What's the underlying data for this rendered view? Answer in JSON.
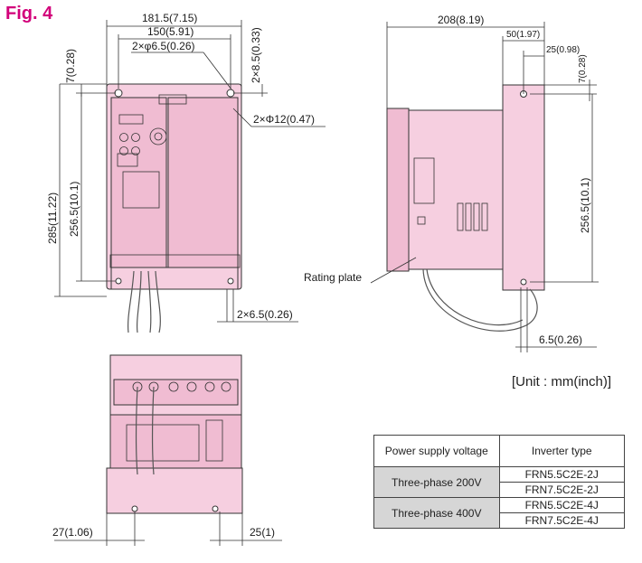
{
  "figure": {
    "title": "Fig. 4"
  },
  "dimensions": {
    "width_overall": "181.5(7.15)",
    "width_holes": "150(5.91)",
    "small_hole": "2×φ6.5(0.26)",
    "top_offset_right": "2×8.5(0.33)",
    "top_offset_left": "7(0.28)",
    "big_hole": "2×Φ12(0.47)",
    "height_overall": "285(11.22)",
    "height_holes": "256.5(10.1)",
    "bottom_slot": "2×6.5(0.26)",
    "depth_overall": "208(8.19)",
    "depth_flange": "50(1.97)",
    "depth_rear": "25(0.98)",
    "side_top_offset": "7(0.28)",
    "side_height_holes": "256.5(10.1)",
    "side_slot": "6.5(0.26)",
    "rating_plate": "Rating plate",
    "bottom_left": "27(1.06)",
    "bottom_right": "25(1)"
  },
  "unit_label": "[Unit : mm(inch)]",
  "table": {
    "header_voltage": "Power supply voltage",
    "header_type": "Inverter type",
    "rows": [
      {
        "voltage": "Three-phase 200V",
        "types": [
          "FRN5.5C2E-2J",
          "FRN7.5C2E-2J"
        ]
      },
      {
        "voltage": "Three-phase 400V",
        "types": [
          "FRN5.5C2E-4J",
          "FRN7.5C2E-4J"
        ]
      }
    ]
  },
  "colors": {
    "title": "#d2007a",
    "body": "#f6cfe0",
    "grey_cell": "#d6d6d6"
  }
}
